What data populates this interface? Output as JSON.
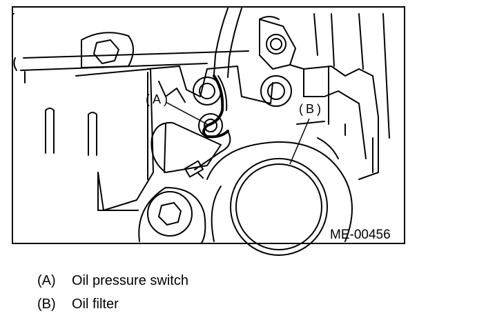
{
  "figure": {
    "code": "ME-00456",
    "callouts": [
      {
        "label": "(A)"
      },
      {
        "label": "(B)"
      }
    ]
  },
  "legend": [
    {
      "key": "(A)",
      "text": "Oil pressure switch"
    },
    {
      "key": "(B)",
      "text": "Oil filter"
    }
  ]
}
